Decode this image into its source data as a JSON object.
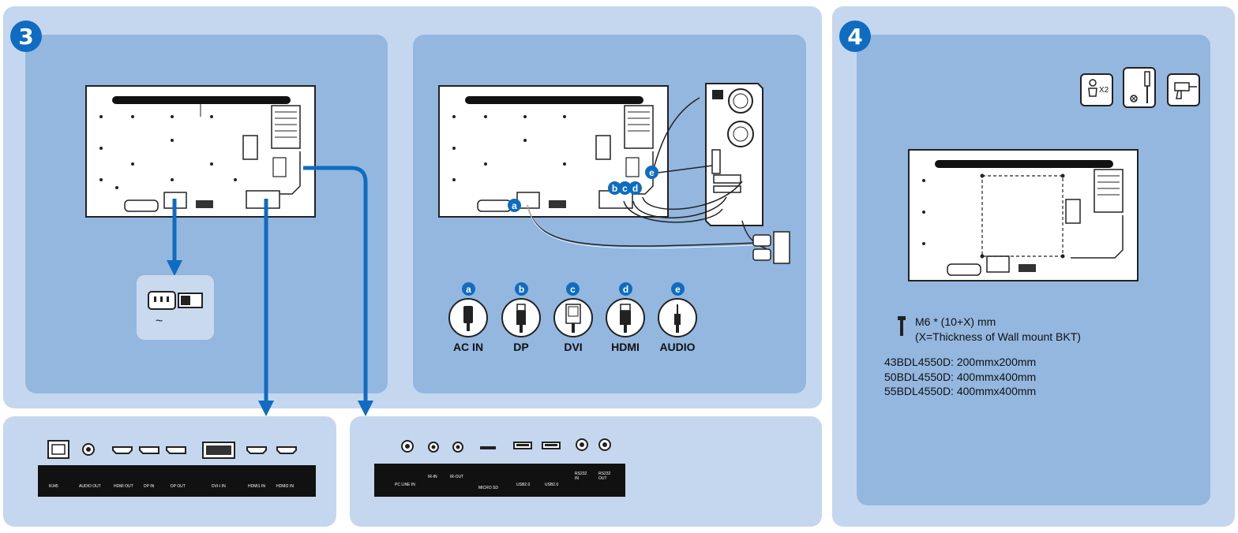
{
  "step3": {
    "badge": "3",
    "power_tilde": "~",
    "cables": [
      {
        "letter": "a",
        "label": "AC IN",
        "icon": "ac-plug-icon"
      },
      {
        "letter": "b",
        "label": "DP",
        "icon": "displayport-plug-icon"
      },
      {
        "letter": "c",
        "label": "DVI",
        "icon": "dvi-plug-icon"
      },
      {
        "letter": "d",
        "label": "HDMI",
        "icon": "hdmi-plug-icon"
      },
      {
        "letter": "e",
        "label": "AUDIO",
        "icon": "audio-jack-icon"
      }
    ],
    "port_strip_left": [
      {
        "label": "RJ45",
        "icon": "ethernet-port-icon"
      },
      {
        "label": "AUDIO  OUT",
        "icon": "audio-out-icon"
      },
      {
        "label": "HDMI OUT",
        "icon": "hdmi-port-icon"
      },
      {
        "label": "DP IN",
        "icon": "dp-port-icon"
      },
      {
        "label": "DP OUT",
        "icon": "dp-port-icon"
      },
      {
        "label": "DVI-I IN",
        "icon": "dvi-port-icon"
      },
      {
        "label": "HDMI1 IN",
        "icon": "hdmi-port-icon"
      },
      {
        "label": "HDMI2 IN",
        "icon": "hdmi-port-icon"
      }
    ],
    "port_strip_right": [
      {
        "label": "PC LINE IN",
        "icon": "line-in-port-icon"
      },
      {
        "label": "IR-IN",
        "icon": "ir-in-port-icon"
      },
      {
        "label": "IR-OUT",
        "icon": "ir-out-port-icon"
      },
      {
        "label": "MICRO SD",
        "icon": "micro-sd-slot-icon"
      },
      {
        "label": "USB2.0",
        "icon": "usb-port-icon"
      },
      {
        "label": "USB2.0",
        "icon": "usb-port-icon"
      },
      {
        "label": "RS232 IN",
        "icon": "rs232-port-icon"
      },
      {
        "label": "RS232 OUT",
        "icon": "rs232-port-icon"
      }
    ]
  },
  "step4": {
    "badge": "4",
    "tools": {
      "persons": "X2"
    },
    "screw_line1": "M6 * (10+X) mm",
    "screw_line2": "(X=Thickness of  Wall mount BKT)",
    "specs": [
      "43BDL4550D: 200mmx200mm",
      "50BDL4550D: 400mmx400mm",
      "55BDL4550D: 400mmx400mm"
    ]
  },
  "colors": {
    "panel_light": "#c5d7ee",
    "panel_mid": "#93b7df",
    "accent_blue": "#0f6cc0",
    "strip_black": "#111111"
  }
}
